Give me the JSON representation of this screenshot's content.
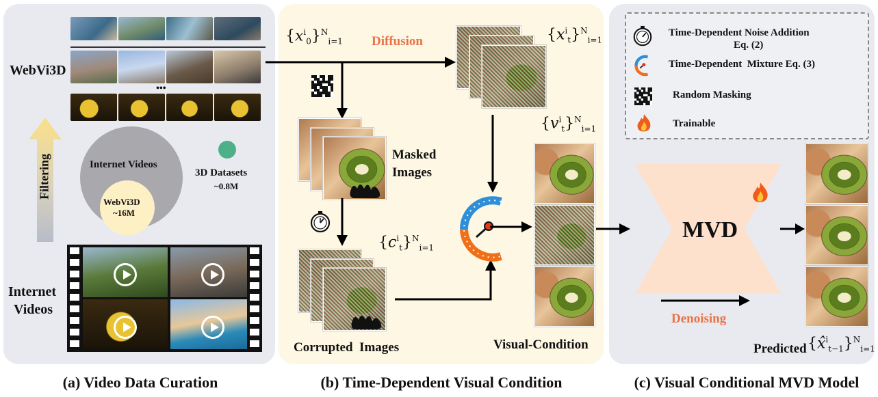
{
  "panel_a": {
    "caption": "(a) Video Data Curation",
    "webvi3d_label": "WebVi3D",
    "ellipsis": "•••",
    "filtering_label": "Filtering",
    "outer_circle_label": "Internet Videos",
    "inner_circle_name": "WebVi3D",
    "inner_circle_count": "~16M",
    "datasets_name": "3D Datasets",
    "datasets_count": "~0.8M",
    "internet_videos_line1": "Internet",
    "internet_videos_line2": "Videos"
  },
  "panel_b": {
    "caption": "(b) Time-Dependent Visual Condition",
    "diffusion_label": "Diffusion",
    "masked_line1": "Masked",
    "masked_line2": "Images",
    "corrupted_label": "Corrupted  Images",
    "visual_condition_label": "Visual-Condition",
    "math_x0": "x",
    "math_x0_sub": "0",
    "math_xt": "x",
    "math_xt_sub": "t",
    "math_vt": "v",
    "math_vt_sub": "t",
    "math_ct": "c",
    "math_ct_sub": "t",
    "math_sup_i": "i",
    "math_sup_N": "N",
    "math_sub_range": "i=1"
  },
  "panel_c": {
    "caption": "(c) Visual Conditional MVD Model",
    "mvd_label": "MVD",
    "denoising_label": "Denoising",
    "predicted_label": "Predicted",
    "math_xhat": "x̂",
    "math_xhat_sub": "t−1"
  },
  "legend": {
    "items": [
      {
        "icon": "stopwatch-icon",
        "label": "Time-Dependent Noise Addition",
        "label2": "Eq. (2)"
      },
      {
        "icon": "gauge-icon",
        "label": "Time-Dependent  Mixture Eq. (3)"
      },
      {
        "icon": "random-mask-icon",
        "label": "Random Masking"
      },
      {
        "icon": "fire-icon",
        "label": "Trainable"
      }
    ]
  },
  "colors": {
    "accent_orange": "#e8734a",
    "panel_gray": "#e9eaef",
    "panel_cream": "#fdf7e4",
    "mvd_fill": "#fde1cd",
    "dataset_dot": "#4db089",
    "inner_circle": "#fdf0c4",
    "outer_circle": "#a9a9ad"
  }
}
